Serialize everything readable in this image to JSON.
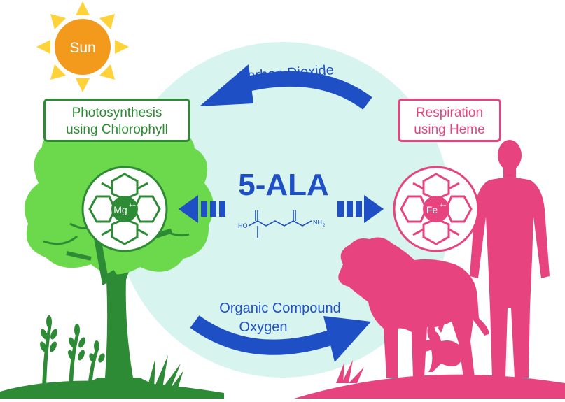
{
  "sun": {
    "label": "Sun"
  },
  "top_arrow": {
    "label": "Carbon Dioxide"
  },
  "bottom_arrow": {
    "line1": "Organic Compound",
    "line2": "Oxygen"
  },
  "photosynthesis": {
    "line1": "Photosynthesis",
    "line2": "using Chlorophyll"
  },
  "respiration": {
    "line1": "Respiration",
    "line2": "using Heme"
  },
  "center": {
    "title": "5-ALA"
  },
  "molecule": {
    "left_group": "HO",
    "right_group": "NH",
    "right_sub": "2"
  },
  "mg_ring": {
    "symbol": "Mg",
    "charge": "++"
  },
  "fe_ring": {
    "symbol": "Fe",
    "charge": "++"
  },
  "colors": {
    "plant_green": "#6cd84c",
    "plant_dark": "#2e8b35",
    "animal_pink": "#e6437f",
    "arrow_blue": "#1f4fc4",
    "sun_orange": "#f39a1d",
    "sun_rays": "#ffd23a",
    "circle_bg": "#d8f4ee"
  }
}
